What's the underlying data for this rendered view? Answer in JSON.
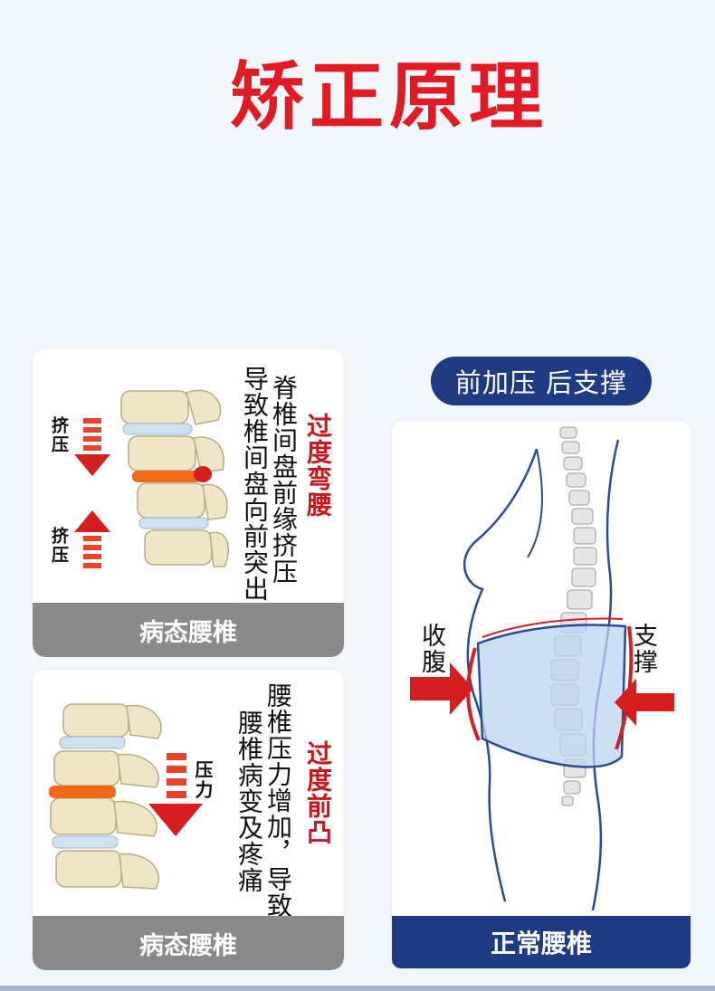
{
  "title": "矫正原理",
  "card_top": {
    "heading": "过度弯腰",
    "desc_col1": "脊椎间盘前缘挤压",
    "desc_col2": "导致椎间盘向前突出",
    "arrow_label_top": "挤压",
    "arrow_label_bottom": "挤压",
    "footer": "病态腰椎"
  },
  "card_bottom": {
    "heading": "过度前凸",
    "desc_col1": "腰椎压力增加，导致",
    "desc_col2": "腰椎病变及疼痛",
    "arrow_label": "压力",
    "footer": "病态腰椎"
  },
  "right_panel": {
    "pill": "前加压 后支撑",
    "left_label": "收腹",
    "right_label": "支撑",
    "footer": "正常腰椎"
  },
  "colors": {
    "title_red": "#e21a23",
    "navy": "#1d3a82",
    "gray_footer": "#8a8a8a",
    "highlight_red": "#c8161d",
    "disc_orange": "#f06a1a"
  }
}
